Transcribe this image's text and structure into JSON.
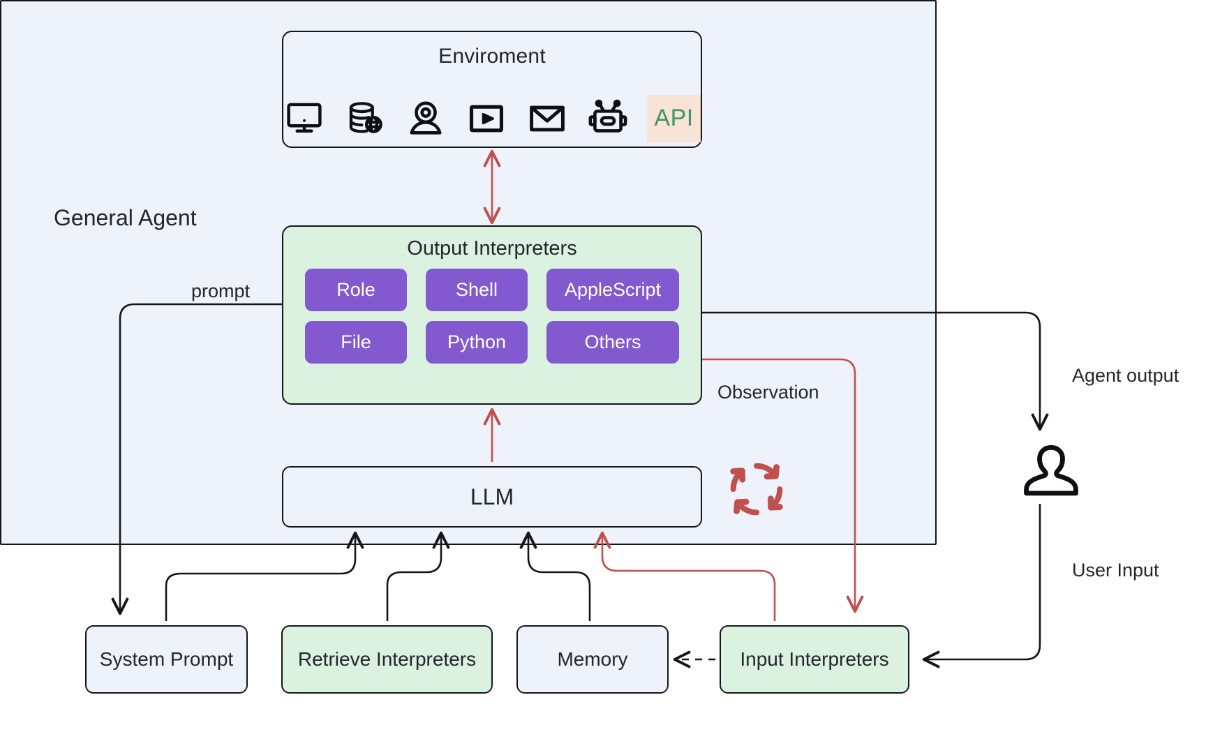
{
  "diagram": {
    "title": "General Agent architecture diagram",
    "canvas_bg": "#ffffff"
  },
  "environment": {
    "title": "Enviroment",
    "icons": [
      {
        "name": "desktop-monitor-icon",
        "label": "desktop"
      },
      {
        "name": "database-globe-icon",
        "label": "web database"
      },
      {
        "name": "webcam-icon",
        "label": "camera"
      },
      {
        "name": "video-play-icon",
        "label": "video"
      },
      {
        "name": "email-envelope-icon",
        "label": "email"
      },
      {
        "name": "robot-icon",
        "label": "robot"
      }
    ],
    "api_label": "API",
    "api_text_color": "#3f9468",
    "api_bg_color": "#f7e4d7",
    "box_fill": "#eef2fb"
  },
  "agent": {
    "title": "General Agent",
    "box_fill": "#eef2fb",
    "border_color": "#14161a"
  },
  "output_interpreters": {
    "title": "Output Interpreters",
    "box_fill": "#dcf2e0",
    "chip_color": "#8259ce",
    "chips": [
      {
        "label": "Role"
      },
      {
        "label": "Shell"
      },
      {
        "label": "AppleScript"
      },
      {
        "label": "File"
      },
      {
        "label": "Python"
      },
      {
        "label": "Others"
      }
    ]
  },
  "llm": {
    "label": "LLM",
    "box_fill": "#eef2fb"
  },
  "bottom_nodes": [
    {
      "label": "System Prompt",
      "fill": "#eef2fb",
      "kind": "plain"
    },
    {
      "label": "Retrieve Interpreters",
      "fill": "#dcf2e0",
      "kind": "green"
    },
    {
      "label": "Memory",
      "fill": "#eef2fb",
      "kind": "plain"
    },
    {
      "label": "Input Interpreters",
      "fill": "#dcf2e0",
      "kind": "green"
    }
  ],
  "edge_labels": {
    "prompt": "prompt",
    "observation": "Observation",
    "agent_output": "Agent output",
    "user_input": "User Input"
  },
  "icons": {
    "user_figure": "user-person-icon",
    "loop": "circular-loop-arrows-icon"
  },
  "colors": {
    "red_edge": "#c0504d",
    "black_edge": "#14161a",
    "purple": "#8259ce",
    "green_fill": "#dcf2e0",
    "blue_fill": "#eef2fb"
  }
}
